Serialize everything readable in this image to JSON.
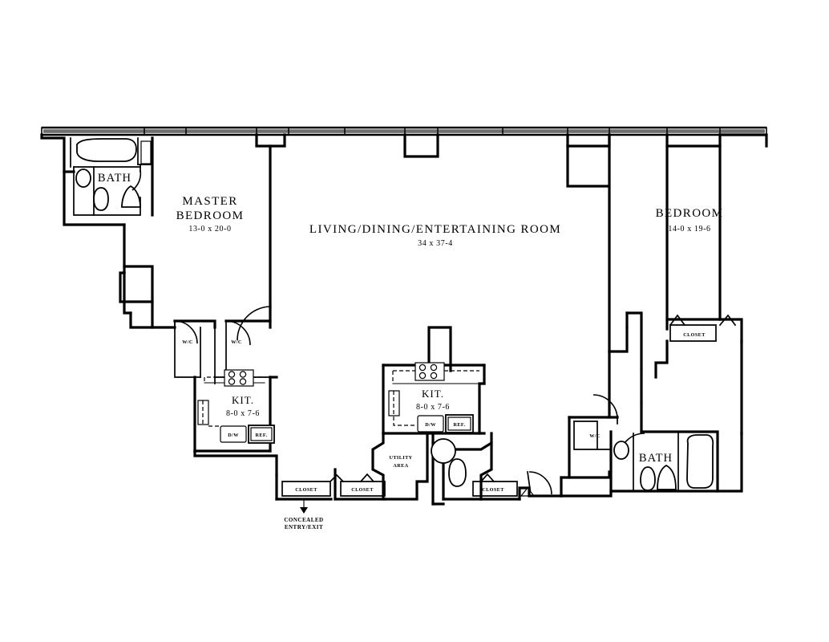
{
  "plan": {
    "title": "Residential Floor Plan",
    "type": "architectural-floor-plan",
    "rooms": [
      {
        "id": "master-bedroom",
        "name": "MASTER\nBEDROOM",
        "line1": "MASTER",
        "line2": "BEDROOM",
        "dimensions": "13-0 x 20-0"
      },
      {
        "id": "living-dining",
        "line1": "LIVING/DINING/ENTERTAINING ROOM",
        "dimensions": "34 x 37-4"
      },
      {
        "id": "bedroom",
        "line1": "BEDROOM",
        "dimensions": "14-0 x 19-6"
      },
      {
        "id": "kitchen-left",
        "line1": "KIT.",
        "dimensions": "8-0 x 7-6"
      },
      {
        "id": "kitchen-center",
        "line1": "KIT.",
        "dimensions": "8-0 x 7-6"
      },
      {
        "id": "bath-left",
        "line1": "BATH"
      },
      {
        "id": "bath-right",
        "line1": "BATH"
      },
      {
        "id": "utility",
        "line1": "UTILITY",
        "line2": "AREA"
      }
    ],
    "labels": {
      "master_bedroom_l1": "MASTER",
      "master_bedroom_l2": "BEDROOM",
      "master_bedroom_dim": "13-0 x 20-0",
      "living_room": "LIVING/DINING/ENTERTAINING ROOM",
      "living_room_dim": "34 x 37-4",
      "bedroom": "BEDROOM",
      "bedroom_dim": "14-0 x 19-6",
      "bath_left": "BATH",
      "bath_right": "BATH",
      "kitchen_left": "KIT.",
      "kitchen_left_dim": "8-0 x 7-6",
      "kitchen_center": "KIT.",
      "kitchen_center_dim": "8-0 x 7-6",
      "wic_1": "W/C",
      "wic_2": "W/C",
      "wic_3": "W/C",
      "closet_1": "CLOSET",
      "closet_2": "CLOSET",
      "closet_3": "CLOSET",
      "closet_bedroom": "CLOSET",
      "utility_l1": "UTILITY",
      "utility_l2": "AREA",
      "dishwasher_left": "D/W",
      "refrigerator_left": "REF.",
      "dishwasher_center": "D/W",
      "refrigerator_center": "REF.",
      "concealed_l1": "CONCEALED",
      "concealed_l2": "ENTRY/EXIT"
    },
    "colors": {
      "wall": "#000000",
      "background": "#ffffff",
      "fixture_fill": "#ffffff"
    },
    "fixtures": [
      "bathtub",
      "sink",
      "toilet",
      "bidet",
      "range-4-burner",
      "dishwasher",
      "refrigerator",
      "closet-shelf"
    ]
  }
}
